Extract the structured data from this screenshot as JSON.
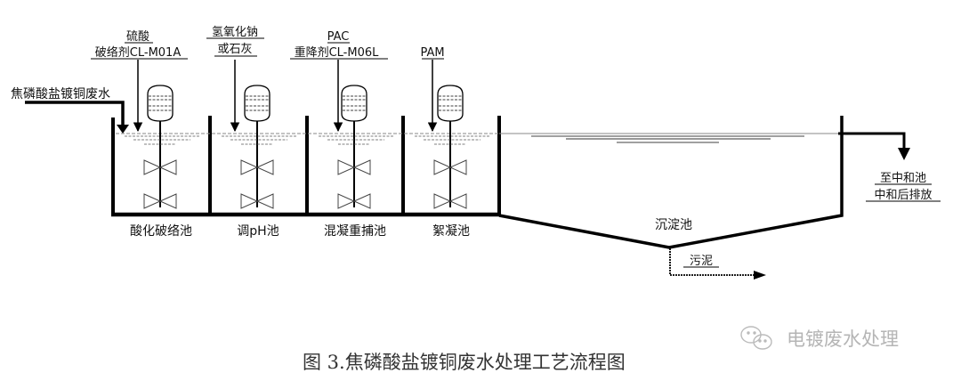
{
  "diagram": {
    "inflow_label": "焦磷酸盐镀铜废水",
    "chemicals": [
      {
        "lines": [
          "硫酸",
          "破络剂CL-M01A"
        ]
      },
      {
        "lines": [
          "氢氧化钠",
          "或石灰"
        ]
      },
      {
        "lines": [
          "PAC",
          "重降剂CL-M06L"
        ]
      },
      {
        "lines": [
          "PAM"
        ]
      }
    ],
    "tanks": [
      {
        "label": "酸化破络池"
      },
      {
        "label": "调pH池"
      },
      {
        "label": "混凝重捕池"
      },
      {
        "label": "絮凝池"
      }
    ],
    "settling_tank": {
      "label": "沉淀池"
    },
    "sludge_label": "污泥",
    "outflow_lines": [
      "至中和池",
      "中和后排放"
    ],
    "colors": {
      "line": "#000000",
      "water": "#888888",
      "caption": "#333333",
      "watermark": "#b5b5b5"
    }
  },
  "caption": "图 3.焦磷酸盐镀铜废水处理工艺流程图",
  "watermark": {
    "text": "电镀废水处理",
    "icon": "wechat-icon"
  }
}
